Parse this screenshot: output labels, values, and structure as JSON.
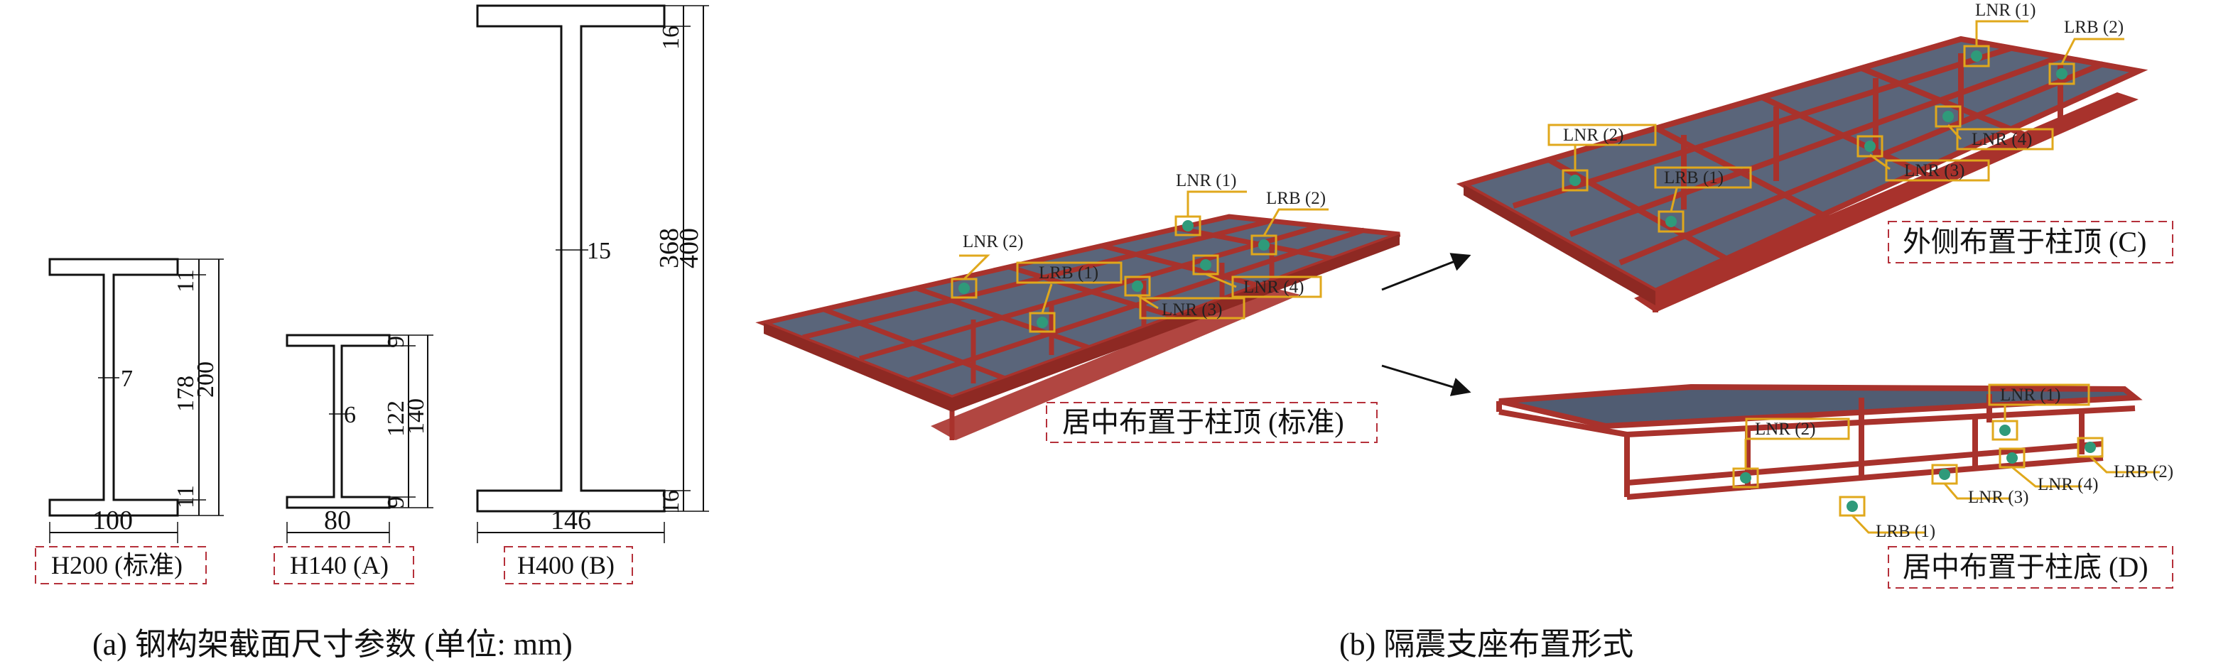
{
  "sections": [
    {
      "id": "h200",
      "label": "H200 (标准)",
      "flange_width": "100",
      "depth": "200",
      "web_height": "178",
      "flange_t_top": "11",
      "flange_t_bot": "11",
      "web_t": "7"
    },
    {
      "id": "h140",
      "label": "H140 (A)",
      "flange_width": "80",
      "depth": "140",
      "web_height": "122",
      "flange_t_top": "9",
      "flange_t_bot": "9",
      "web_t": "6"
    },
    {
      "id": "h400",
      "label": "H400 (B)",
      "flange_width": "146",
      "depth": "400",
      "web_height": "368",
      "flange_t_top": "16",
      "flange_t_bot": "16",
      "web_t": "15"
    }
  ],
  "captions": {
    "left": "(a) 钢构架截面尺寸参数 (单位: mm)",
    "right": "(b) 隔震支座布置形式"
  },
  "layouts": {
    "standard": {
      "label": "居中布置于柱顶 (标准)",
      "tags": [
        "LNR (1)",
        "LRB (2)",
        "LNR (2)",
        "LRB (1)",
        "LNR (3)",
        "LNR (4)"
      ]
    },
    "C": {
      "label": "外侧布置于柱顶 (C)",
      "tags": [
        "LNR (1)",
        "LRB (2)",
        "LNR (2)",
        "LRB (1)",
        "LNR (3)",
        "LNR (4)"
      ]
    },
    "D": {
      "label": "居中布置于柱底 (D)",
      "tags": [
        "LNR (1)",
        "LNR (2)",
        "LNR (3)",
        "LNR (4)",
        "LRB (2)",
        "LRB (1)"
      ]
    }
  },
  "colors": {
    "frame": "#a8322c",
    "glass": "#3d4a63",
    "tag": "#e0a81c",
    "box": "#b5303a"
  }
}
